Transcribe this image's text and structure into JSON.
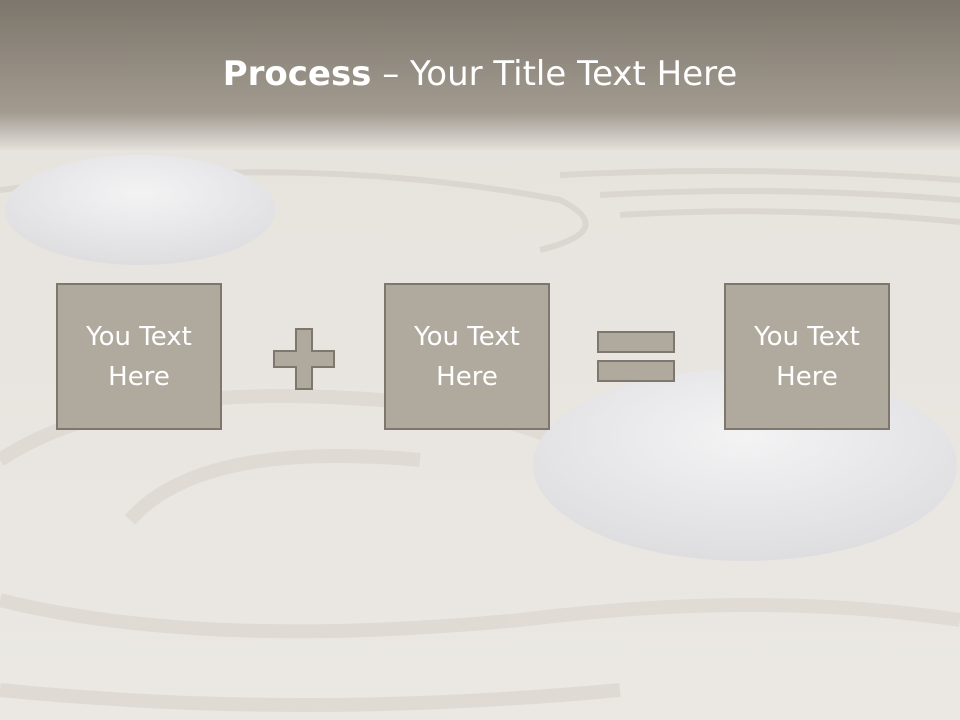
{
  "title": {
    "bold": "Process",
    "rest": " – Your Title Text Here"
  },
  "boxes": [
    {
      "text": "You Text Here"
    },
    {
      "text": "You Text Here"
    },
    {
      "text": "You Text Here"
    }
  ],
  "operators": [
    "plus",
    "equals"
  ],
  "colors": {
    "header_band": "#8f887e",
    "box_fill": "#b0a99e",
    "box_border": "#7e776e",
    "sand": "#e9e6e2",
    "text": "#ffffff"
  }
}
